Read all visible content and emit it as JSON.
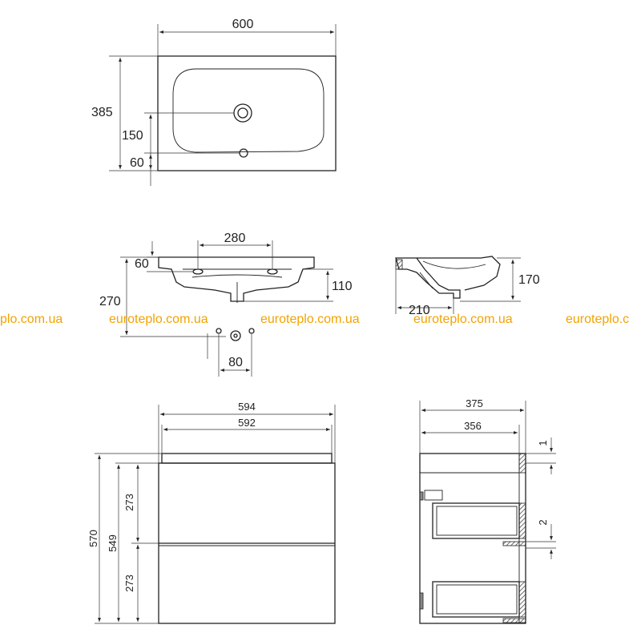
{
  "watermark": {
    "w1": "plo.com.ua",
    "w2": "euroteplo.com.ua",
    "w3": "euroteplo.com.ua",
    "w4": "euroteplo.com.ua",
    "w5": "euroteplo.c",
    "color": "#f2a300"
  },
  "top_view": {
    "width": "600",
    "depth": "385",
    "drain_offset": "150",
    "tap_offset": "60"
  },
  "front_section": {
    "hole_spacing": "280",
    "rim_height": "60",
    "total_height": "270",
    "bowl_depth": "110",
    "outlet_spacing": "80"
  },
  "side_section": {
    "height": "170",
    "depth": "210"
  },
  "cabinet_front": {
    "outer_width": "594",
    "inner_width": "592",
    "total_height": "570",
    "body_height": "549",
    "drawer_upper": "273",
    "drawer_lower": "273"
  },
  "cabinet_side": {
    "outer_depth": "375",
    "inner_depth": "356",
    "gap_top": "1",
    "gap_mid": "2"
  }
}
